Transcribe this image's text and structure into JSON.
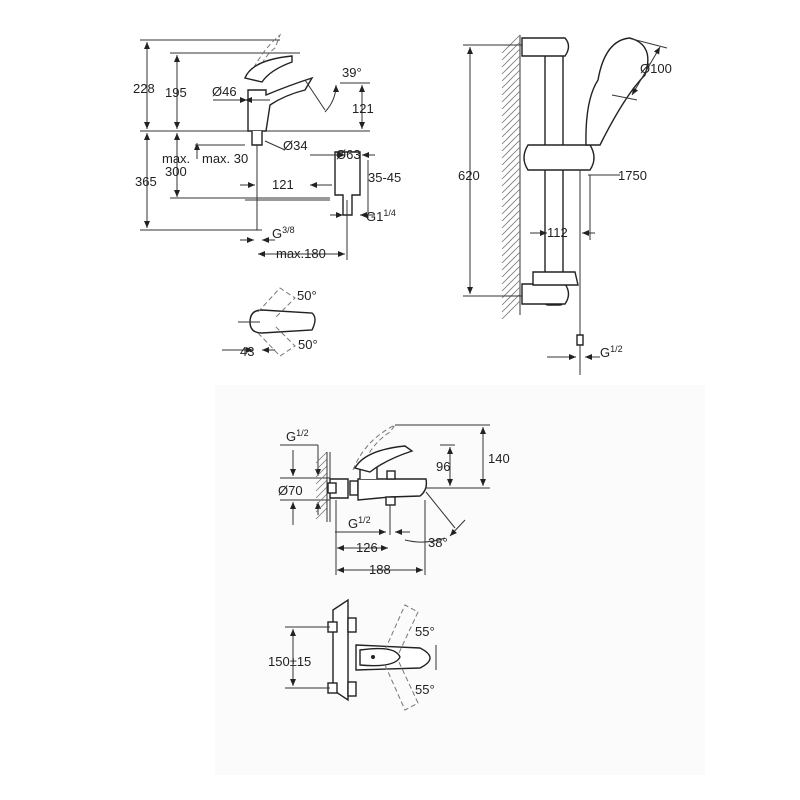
{
  "basin_mixer": {
    "dims": {
      "total_height": "228",
      "spout_height": "195",
      "body_diameter": "Ø46",
      "spout_angle": "39°",
      "spout_clearance": "121",
      "shank_diameter": "Ø34",
      "max_label": "max.",
      "max_value": "300",
      "max_30": "max. 30",
      "below_height": "365",
      "pop_up_reach": "121",
      "waste_diameter": "Ø63",
      "waste_range": "35-45",
      "waste_thread": "G1",
      "waste_thread_frac": "1/4",
      "supply_thread": "G",
      "supply_thread_frac": "3/8",
      "max_180": "max.180"
    },
    "top_view": {
      "angle_up": "50°",
      "angle_down": "50°",
      "width": "43"
    }
  },
  "shower_rail": {
    "dims": {
      "rail_height": "620",
      "head_diameter": "Ø100",
      "hose_length": "1750",
      "offset": "112",
      "thread": "G",
      "thread_frac": "1/2"
    }
  },
  "bath_mixer": {
    "dims": {
      "inlet_thread": "G",
      "inlet_frac": "1/2",
      "total_height": "140",
      "lever_height": "96",
      "flange_diameter": "Ø70",
      "outlet_thread": "G",
      "outlet_frac": "1/2",
      "outlet_reach": "126",
      "spout_angle": "38°",
      "total_reach": "188"
    }
  },
  "bath_mixer_top": {
    "dims": {
      "angle_up": "55°",
      "centers": "150±15",
      "angle_down": "55°"
    }
  }
}
